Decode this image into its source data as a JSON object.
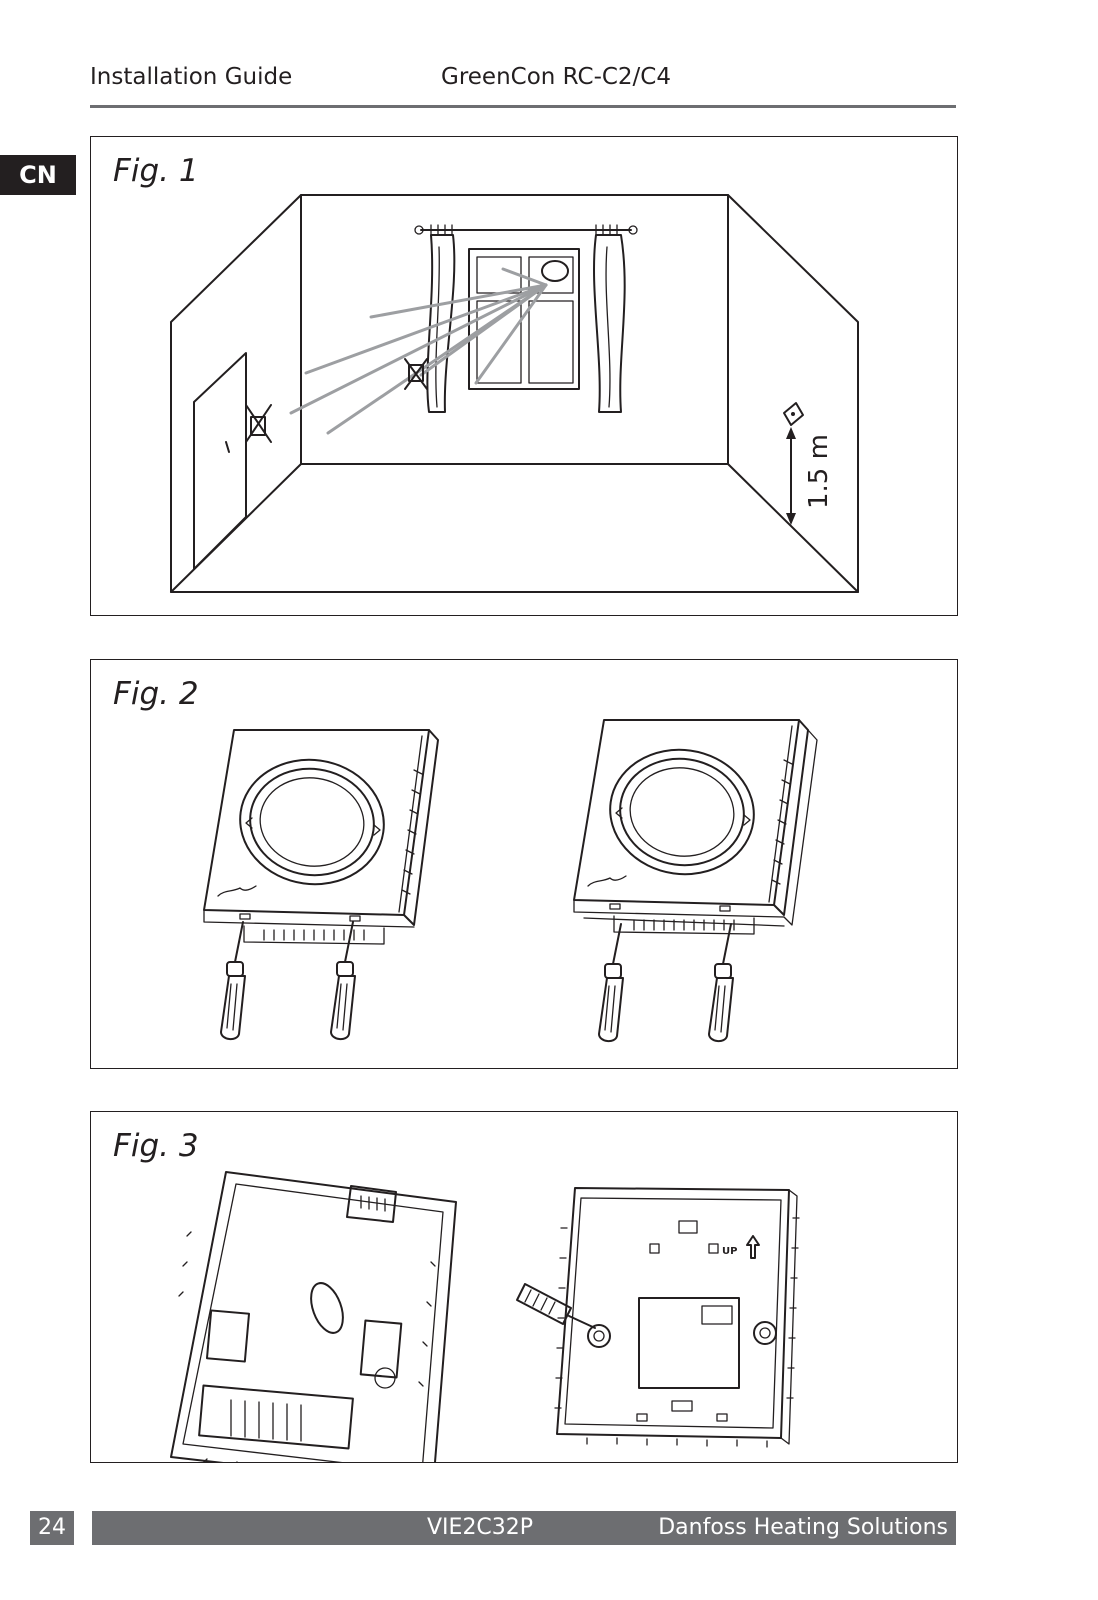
{
  "header": {
    "left": "Installation Guide",
    "right": "GreenCon RC-C2/C4"
  },
  "language_tab": "CN",
  "figures": [
    {
      "title": "Fig. 1",
      "dimension_label": "1.5 m"
    },
    {
      "title": "Fig. 2"
    },
    {
      "title": "Fig. 3",
      "label_up": "UP"
    }
  ],
  "footer": {
    "page_number": "24",
    "doc_code": "VIE2C32P",
    "brand": "Danfoss Heating Solutions"
  },
  "colors": {
    "text": "#231f20",
    "footer_bar": "#6d6e71",
    "header_rule": "#6d6e71",
    "sight_lines": "#9d9fa2"
  }
}
